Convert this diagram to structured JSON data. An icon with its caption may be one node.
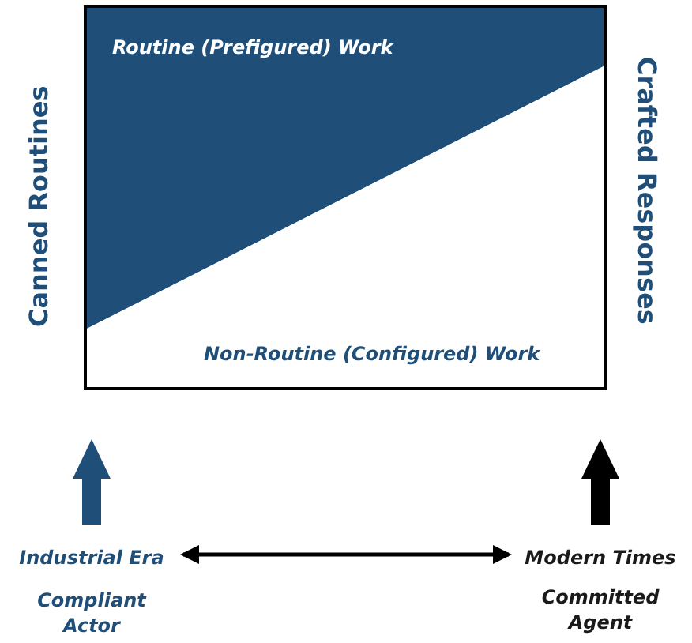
{
  "diagram": {
    "nodes": [
      {
        "text": [
          "Routine (Prefigured) Work"
        ]
      },
      {
        "text": [
          "Non-Routine (Configured) Work"
        ]
      },
      {
        "text": [
          "Industrial Era"
        ]
      },
      {
        "text": [
          "Modern Times"
        ]
      }
    ],
    "edges": [
      {
        "from": 2,
        "to": 3,
        "arrow": "both"
      }
    ],
    "labels": [
      "Canned Routines",
      "Crafted Responses",
      "Compliant Actor",
      "Committed Agent"
    ]
  }
}
